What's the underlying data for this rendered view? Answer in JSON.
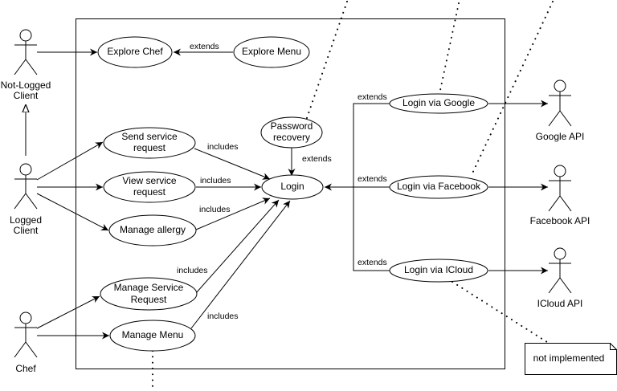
{
  "diagram": {
    "type": "UML use case diagram",
    "actors": [
      {
        "id": "not_logged_client",
        "label_lines": [
          "Not-Logged",
          "Client"
        ]
      },
      {
        "id": "logged_client",
        "label_lines": [
          "Logged",
          "Client"
        ]
      },
      {
        "id": "chef",
        "label_lines": [
          "Chef"
        ]
      },
      {
        "id": "google_api",
        "label_lines": [
          "Google API"
        ]
      },
      {
        "id": "facebook_api",
        "label_lines": [
          "Facebook API"
        ]
      },
      {
        "id": "icloud_api",
        "label_lines": [
          "ICloud API"
        ]
      }
    ],
    "use_cases": [
      {
        "id": "explore_chef",
        "label_lines": [
          "Explore Chef"
        ]
      },
      {
        "id": "explore_menu",
        "label_lines": [
          "Explore Menu"
        ]
      },
      {
        "id": "send_service_request",
        "label_lines": [
          "Send service",
          "request"
        ]
      },
      {
        "id": "view_service_request",
        "label_lines": [
          "View service",
          "request"
        ]
      },
      {
        "id": "manage_allergy",
        "label_lines": [
          "Manage allergy"
        ]
      },
      {
        "id": "manage_service_request",
        "label_lines": [
          "Manage Service",
          "Request"
        ]
      },
      {
        "id": "manage_menu",
        "label_lines": [
          "Manage Menu"
        ]
      },
      {
        "id": "password_recovery",
        "label_lines": [
          "Password",
          "recovery"
        ]
      },
      {
        "id": "login",
        "label_lines": [
          "Login"
        ]
      },
      {
        "id": "login_google",
        "label_lines": [
          "Login via Google"
        ]
      },
      {
        "id": "login_facebook",
        "label_lines": [
          "Login via Facebook"
        ]
      },
      {
        "id": "login_icloud",
        "label_lines": [
          "Login via ICloud"
        ]
      }
    ],
    "relations": [
      {
        "from": "not_logged_client",
        "to": "explore_chef",
        "kind": "association"
      },
      {
        "from": "logged_client",
        "to": "not_logged_client",
        "kind": "generalization"
      },
      {
        "from": "logged_client",
        "to": "send_service_request",
        "kind": "association"
      },
      {
        "from": "logged_client",
        "to": "view_service_request",
        "kind": "association"
      },
      {
        "from": "logged_client",
        "to": "manage_allergy",
        "kind": "association"
      },
      {
        "from": "chef",
        "to": "manage_service_request",
        "kind": "association"
      },
      {
        "from": "chef",
        "to": "manage_menu",
        "kind": "association"
      },
      {
        "from": "explore_menu",
        "to": "explore_chef",
        "kind": "extends",
        "label": "extends"
      },
      {
        "from": "send_service_request",
        "to": "login",
        "kind": "includes",
        "label": "includes"
      },
      {
        "from": "view_service_request",
        "to": "login",
        "kind": "includes",
        "label": "includes"
      },
      {
        "from": "manage_allergy",
        "to": "login",
        "kind": "includes",
        "label": "includes"
      },
      {
        "from": "manage_service_request",
        "to": "login",
        "kind": "includes",
        "label": "includes"
      },
      {
        "from": "manage_menu",
        "to": "login",
        "kind": "includes",
        "label": "includes"
      },
      {
        "from": "password_recovery",
        "to": "login",
        "kind": "extends",
        "label": "extends"
      },
      {
        "from": "login_google",
        "to": "login",
        "kind": "extends",
        "label": "extends"
      },
      {
        "from": "login_facebook",
        "to": "login",
        "kind": "extends",
        "label": "extends"
      },
      {
        "from": "login_icloud",
        "to": "login",
        "kind": "extends",
        "label": "extends"
      },
      {
        "from": "login_google",
        "to": "google_api",
        "kind": "association"
      },
      {
        "from": "login_facebook",
        "to": "facebook_api",
        "kind": "association"
      },
      {
        "from": "login_icloud",
        "to": "icloud_api",
        "kind": "association"
      }
    ],
    "note": {
      "text": "not implemented",
      "attached_to": "login_icloud"
    },
    "labels": {
      "extends": "extends",
      "includes": "includes"
    }
  }
}
